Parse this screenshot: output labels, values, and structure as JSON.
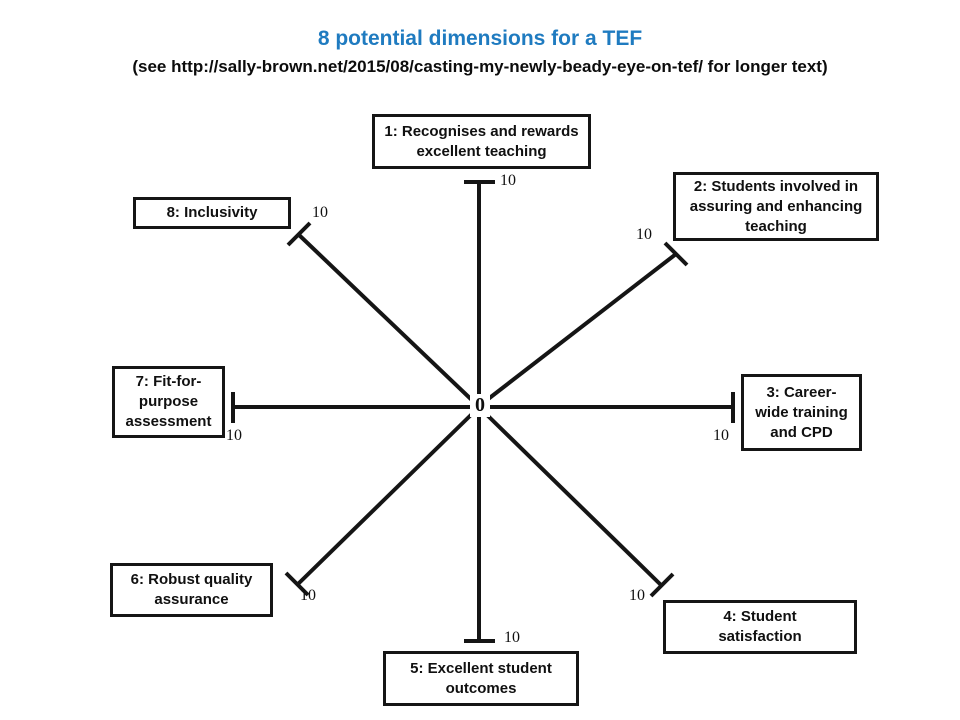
{
  "page": {
    "title": "8 potential dimensions for a TEF",
    "subtitle": "(see http://sally-brown.net/2015/08/casting-my-newly-beady-eye-on-tef/  for longer text)",
    "title_color": "#1F7BC0",
    "line_color": "#151515",
    "background": "#ffffff"
  },
  "chart_data": {
    "type": "radar",
    "title": "8 potential dimensions for a TEF",
    "subtitle": "(see http://sally-brown.net/2015/08/casting-my-newly-beady-eye-on-tef/  for longer text)",
    "center_label": "0",
    "axis_max_label": "10",
    "range": [
      0,
      10
    ],
    "grid": false,
    "legend": "none",
    "series": [],
    "categories": [
      "1: Recognises and rewards excellent teaching",
      "2: Students involved in assuring and enhancing teaching",
      "3: Career-wide training and CPD",
      "4: Student satisfaction",
      "5: Excellent student outcomes",
      "6: Robust quality assurance",
      "7: Fit-for-purpose assessment",
      "8: Inclusivity"
    ],
    "axes": [
      {
        "id": 1,
        "label": "1: Recognises and rewards excellent teaching",
        "lines": [
          "1: Recognises and rewards",
          "excellent teaching"
        ],
        "max_label": "10",
        "direction": "up"
      },
      {
        "id": 2,
        "label": "2: Students involved in assuring and enhancing teaching",
        "lines": [
          "2: Students involved in",
          "assuring and enhancing",
          "teaching"
        ],
        "max_label": "10",
        "direction": "upper-right"
      },
      {
        "id": 3,
        "label": "3: Career-wide training and CPD",
        "lines": [
          "3: Career-",
          "wide training",
          "and CPD"
        ],
        "max_label": "10",
        "direction": "right"
      },
      {
        "id": 4,
        "label": "4: Student satisfaction",
        "lines": [
          "4: Student",
          "satisfaction"
        ],
        "max_label": "10",
        "direction": "lower-right"
      },
      {
        "id": 5,
        "label": "5: Excellent student outcomes",
        "lines": [
          "5: Excellent student",
          "outcomes"
        ],
        "max_label": "10",
        "direction": "down"
      },
      {
        "id": 6,
        "label": "6: Robust quality assurance",
        "lines": [
          "6: Robust quality",
          "assurance"
        ],
        "max_label": "10",
        "direction": "lower-left"
      },
      {
        "id": 7,
        "label": "7: Fit-for-purpose assessment",
        "lines": [
          "7: Fit-for-",
          "purpose",
          "assessment"
        ],
        "max_label": "10",
        "direction": "left"
      },
      {
        "id": 8,
        "label": "8: Inclusivity",
        "lines": [
          "8: Inclusivity"
        ],
        "max_label": "10",
        "direction": "upper-left"
      }
    ]
  },
  "boxes": {
    "b1_l1": "1: Recognises and rewards",
    "b1_l2": "excellent teaching",
    "b2_l1": "2: Students involved in",
    "b2_l2": "assuring and enhancing",
    "b2_l3": "teaching",
    "b3_l1": "3: Career-",
    "b3_l2": "wide training",
    "b3_l3": "and CPD",
    "b4_l1": "4: Student",
    "b4_l2": "satisfaction",
    "b5_l1": "5: Excellent student",
    "b5_l2": "outcomes",
    "b6_l1": "6: Robust quality",
    "b6_l2": "assurance",
    "b7_l1": "7: Fit-for-",
    "b7_l2": "purpose",
    "b7_l3": "assessment",
    "b8_l1": "8: Inclusivity"
  },
  "ticks": {
    "t1": "10",
    "t2": "10",
    "t3": "10",
    "t4": "10",
    "t5": "10",
    "t6": "10",
    "t7": "10",
    "t8": "10"
  },
  "center": {
    "zero": "0"
  }
}
